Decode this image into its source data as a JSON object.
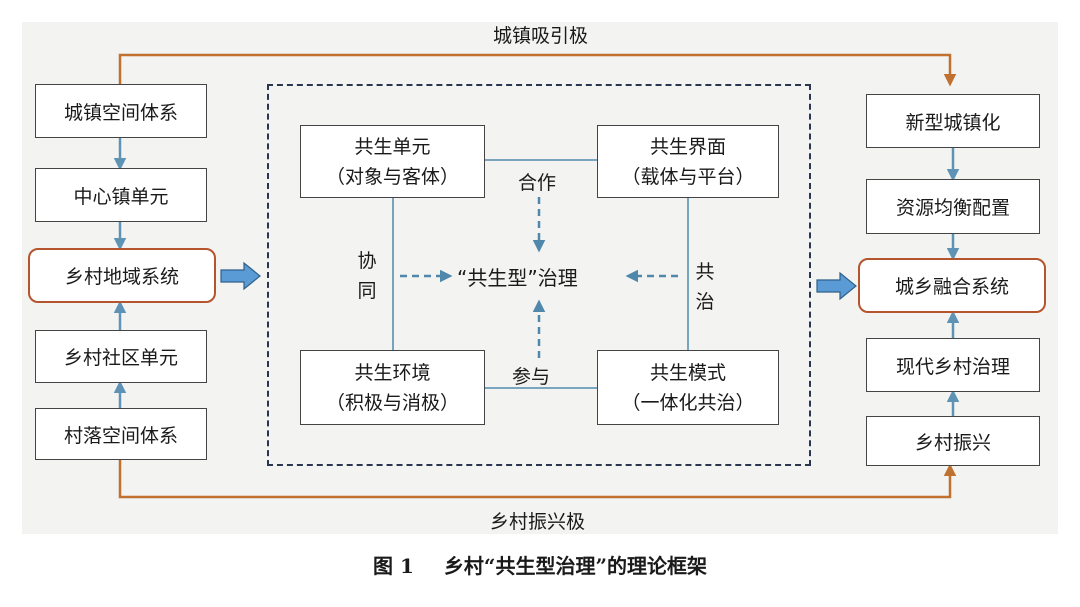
{
  "top_flow_label": "城镇吸引极",
  "bottom_flow_label": "乡村振兴极",
  "left_column": {
    "urban_space_system": "城镇空间体系",
    "central_town_unit": "中心镇单元",
    "rural_regional_system": "乡村地域系统",
    "rural_community_unit": "乡村社区单元",
    "village_space_system": "村落空间体系"
  },
  "right_column": {
    "new_urbanization": "新型城镇化",
    "balanced_resource_allocation": "资源均衡配置",
    "urban_rural_integration_system": "城乡融合系统",
    "modern_rural_governance": "现代乡村治理",
    "rural_revitalization": "乡村振兴"
  },
  "center": {
    "symbiotic_unit": {
      "title": "共生单元",
      "sub": "（对象与客体）"
    },
    "symbiotic_interface": {
      "title": "共生界面",
      "sub": "（载体与平台）"
    },
    "symbiotic_environment": {
      "title": "共生环境",
      "sub": "（积极与消极）"
    },
    "symbiotic_mode": {
      "title": "共生模式",
      "sub": "（一体化共治）"
    },
    "core": "“共生型”治理",
    "cooperation": "合作",
    "participation": "参与",
    "collaboration": [
      "协",
      "同"
    ],
    "co_governance": [
      "共",
      "治"
    ]
  },
  "caption": {
    "figure_no": "图 1",
    "title": "乡村“共生型治理”的理论框架"
  },
  "colors": {
    "orange_arrow": "#c0712f",
    "blue_arrow": "#5e93b5",
    "dash_arrow": "#4f88aa",
    "highlight_border": "#b5552d"
  }
}
